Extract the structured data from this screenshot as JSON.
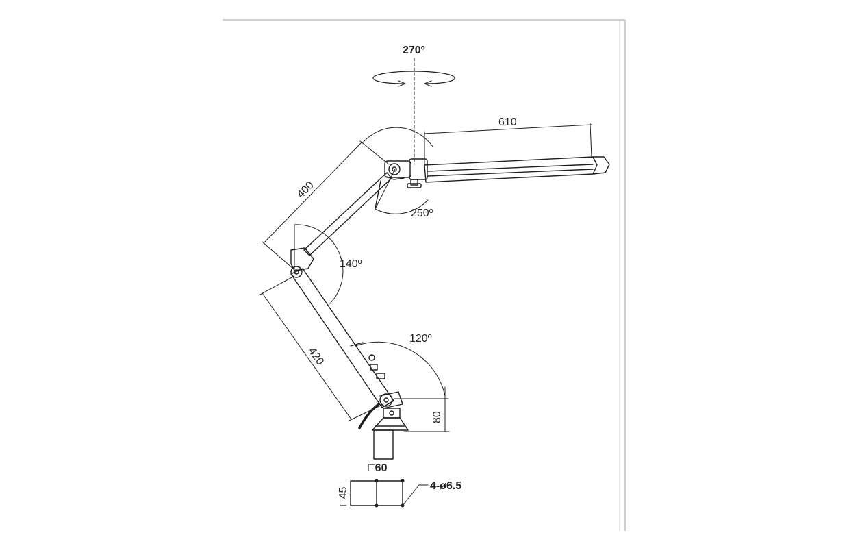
{
  "dimensions": {
    "rotation_top": "270º",
    "top_arm_length": "610",
    "upper_arm_length": "400",
    "joint_angle_head": "250º",
    "joint_angle_elbow": "140º",
    "lower_arm_length": "420",
    "joint_angle_base": "120º",
    "base_height": "80",
    "base_square": "□60",
    "plate_square": "□45",
    "hole_spec": "4-ø6.5"
  },
  "colors": {
    "line": "#1f1f1f",
    "frame": "#cfcfcf"
  }
}
